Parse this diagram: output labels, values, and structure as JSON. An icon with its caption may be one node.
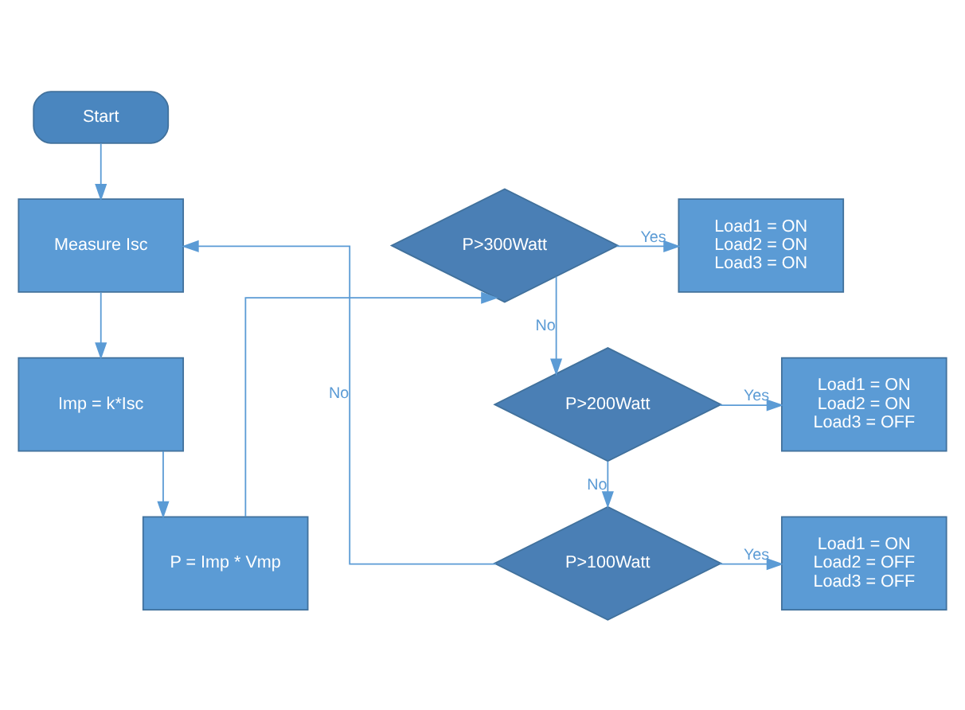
{
  "diagram": {
    "nodes": [
      {
        "text": [
          "Start"
        ]
      },
      {
        "text": [
          "Measure Isc"
        ]
      },
      {
        "text": [
          "Imp = k*Isc"
        ]
      },
      {
        "text": [
          "P = Imp * Vmp"
        ]
      },
      {
        "text": [
          "P>300Watt"
        ]
      },
      {
        "text": [
          "Load1 = ON",
          "Load2 = ON",
          "Load3 = ON"
        ]
      },
      {
        "text": [
          "P>200Watt"
        ]
      },
      {
        "text": [
          "Load1 = ON",
          "Load2 = ON",
          "Load3 = OFF"
        ]
      },
      {
        "text": [
          "P>100Watt"
        ]
      },
      {
        "text": [
          "Load1 = ON",
          "Load2 = OFF",
          "Load3 = OFF"
        ]
      }
    ],
    "edges": [
      {
        "from": 0,
        "to": 1,
        "arrow": "to"
      },
      {
        "from": 1,
        "to": 2,
        "arrow": "to"
      },
      {
        "from": 2,
        "to": 3,
        "arrow": "to"
      },
      {
        "from": 3,
        "to": 4,
        "arrow": "to"
      },
      {
        "from": 4,
        "to": 5,
        "arrow": "to",
        "label": "Yes"
      },
      {
        "from": 4,
        "to": 6,
        "arrow": "to",
        "label": "No"
      },
      {
        "from": 6,
        "to": 7,
        "arrow": "to",
        "label": "Yes"
      },
      {
        "from": 6,
        "to": 8,
        "arrow": "to",
        "label": "No"
      },
      {
        "from": 8,
        "to": 9,
        "arrow": "to",
        "label": "Yes"
      },
      {
        "from": 8,
        "to": 1,
        "arrow": "to",
        "label": "No"
      }
    ]
  }
}
